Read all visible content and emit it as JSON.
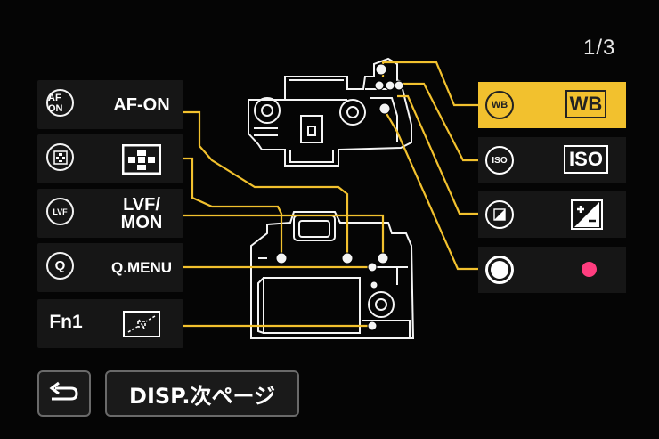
{
  "page_indicator": "1/3",
  "left_buttons": [
    {
      "icon_text": "AF ON",
      "label": "AF-ON",
      "icon": "af-on-circle-icon"
    },
    {
      "icon_text": "",
      "label": "",
      "icon": "af-area-grid-icon"
    },
    {
      "icon_text": "LVF",
      "label_line1": "LVF/",
      "label_line2": "MON",
      "icon": "lvf-circle-icon"
    },
    {
      "icon_text": "Q",
      "label": "Q.MENU",
      "icon": "q-circle-icon"
    },
    {
      "icon_text": "Fn1",
      "label": "",
      "icon": "fn1-icon"
    }
  ],
  "right_buttons": [
    {
      "icon_text": "WB",
      "badge": "WB",
      "selected": true,
      "icon": "wb-circle-icon"
    },
    {
      "icon_text": "ISO",
      "badge": "ISO",
      "selected": false,
      "icon": "iso-circle-icon"
    },
    {
      "icon_text": "",
      "badge": "",
      "selected": false,
      "icon": "exposure-comp-circle-icon"
    },
    {
      "icon_text": "",
      "badge": "",
      "selected": false,
      "icon": "record-circle-icon"
    }
  ],
  "bottom": {
    "back_icon": "return-arrow-icon",
    "disp_label": "DISP.次ページ"
  },
  "colors": {
    "accent": "#f2c12e",
    "record_dot": "#ff3d7f",
    "line": "#f2c12e"
  }
}
